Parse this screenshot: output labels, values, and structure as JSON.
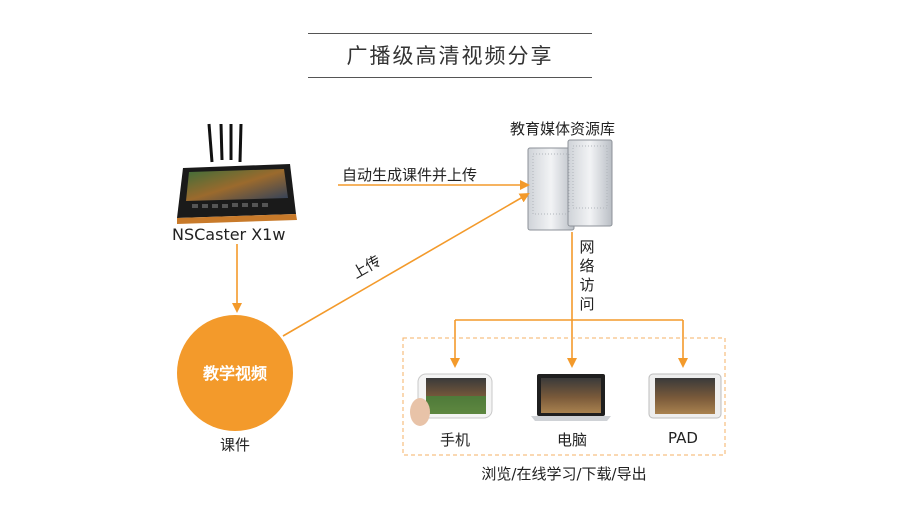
{
  "title": "广播级高清视频分享",
  "nodes": {
    "encoder": {
      "label": "NSCaster X1w"
    },
    "teaching_video": {
      "text": "教学视频",
      "caption": "课件"
    },
    "server": {
      "label": "教育媒体资源库"
    },
    "phone": {
      "label": "手机"
    },
    "computer": {
      "label": "电脑"
    },
    "pad": {
      "label": "PAD"
    }
  },
  "edges": {
    "auto_upload": "自动生成课件并上传",
    "upload": "上传",
    "network_access": "网络访问"
  },
  "devices_group_caption": "浏览/在线学习/下载/导出",
  "colors": {
    "accent": "#f39a2b",
    "circle": "#f39a2b",
    "dashed_border": "#f5b266",
    "text": "#222222"
  }
}
